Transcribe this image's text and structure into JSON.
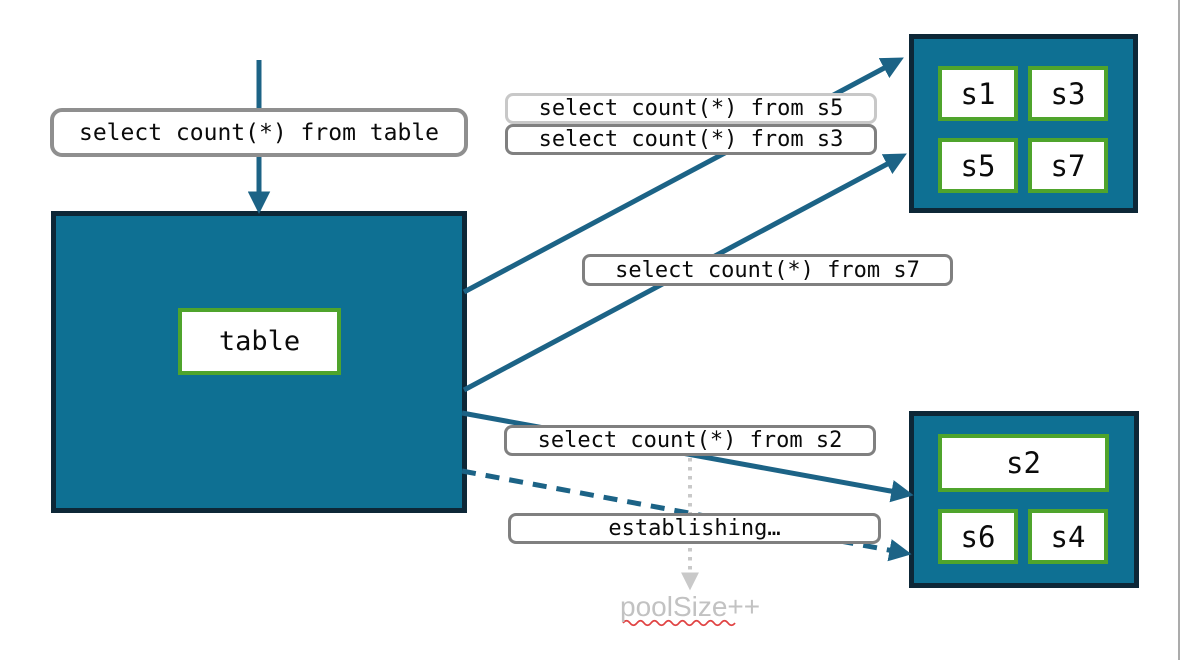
{
  "colors": {
    "teal_fill": "#0e7093",
    "dark_border": "#0d2737",
    "green_border": "#4fa42c",
    "arrow": "#1c6386",
    "label_border": "#808080",
    "label_border_light": "#c8c8c8",
    "muted_text": "#c2c2c2",
    "dotted_arrow": "#c9c9c9",
    "squiggle": "#e04343"
  },
  "table_box": {
    "label": "table"
  },
  "queries": {
    "from_table": "select count(*) from table",
    "from_s5": "select count(*) from s5",
    "from_s3": "select count(*) from s3",
    "from_s7": "select count(*) from s7",
    "from_s2": "select count(*) from s2"
  },
  "status": {
    "establishing": "establishing…",
    "pool_size": "poolSize++"
  },
  "shards": {
    "top": [
      "s1",
      "s3",
      "s5",
      "s7"
    ],
    "bottom_wide": "s2",
    "bottom": [
      "s6",
      "s4"
    ]
  }
}
